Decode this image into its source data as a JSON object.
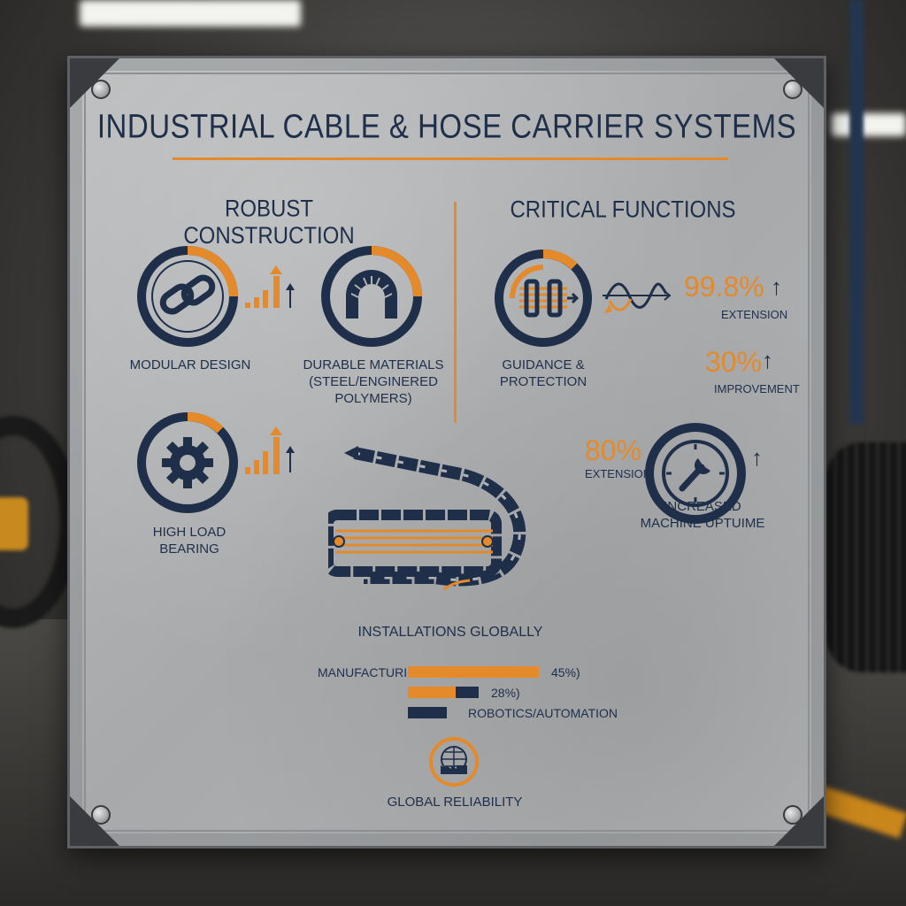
{
  "poster": {
    "title": "INDUSTRIAL CABLE & HOSE CARRIER SYSTEMS",
    "sections": {
      "left": "ROBUST CONSTRUCTION",
      "right": "CRITICAL FUNCTIONS"
    },
    "features": {
      "modular": "MODULAR DESIGN",
      "materials_line1": "DURABLE MATERIALS",
      "materials_line2": "(STEEL/ENGINERED",
      "materials_line3": "POLYMERS)",
      "load_line1": "HIGH LOAD",
      "load_line2": "BEARING",
      "guidance_line1": "GUIDANCE &",
      "guidance_line2": "PROTECTION",
      "uptime_line1": "INCREASED",
      "uptime_line2": "MACHINE UPTUIME"
    },
    "stats": {
      "stat1_value": "99.8%",
      "stat1_label": "EXTENSION",
      "stat2_value": "30%",
      "stat2_label": "IMPROVEMENT",
      "stat3_value": "80%",
      "stat3_label": "EXTENSION"
    },
    "installations": {
      "heading": "INSTALLATIONS GLOBALLY",
      "rows": [
        {
          "label": "MANUFACTURING",
          "value": "45%)"
        },
        {
          "label": "",
          "value": "28%)"
        },
        {
          "label": "ROBOTICS/AUTOMATION",
          "value": ""
        }
      ]
    },
    "footer": "GLOBAL RELIABILITY",
    "colors": {
      "accent": "#e58a2a",
      "navy": "#1f2f4a",
      "steel": "#b1b3b5"
    },
    "icons": [
      "link-icon",
      "arch-icon",
      "gear-icon",
      "guidance-icon",
      "wave-arrow-icon",
      "wrench-gauge-icon",
      "globe-factory-icon",
      "cable-chain-illustration"
    ]
  }
}
